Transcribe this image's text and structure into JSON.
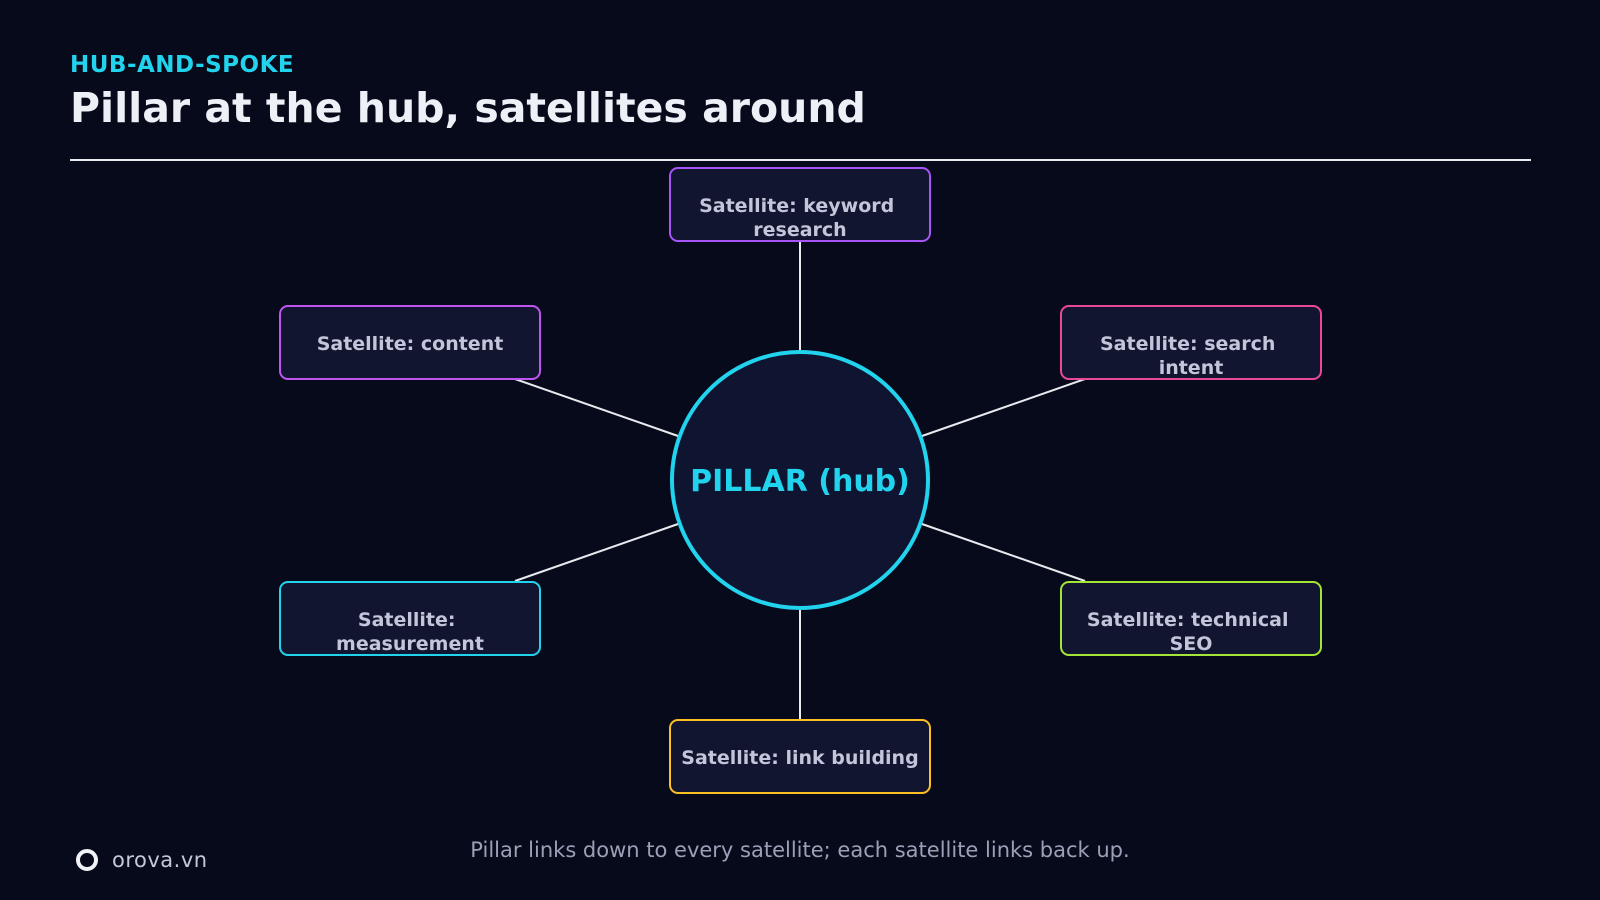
{
  "header": {
    "eyebrow": "HUB-AND-SPOKE",
    "title": "Pillar at the hub, satellites around"
  },
  "diagram": {
    "hub": {
      "label": "PILLAR (hub)",
      "color": "#22d3ee"
    },
    "satellites": [
      {
        "lines": [
          "Satellite: keyword",
          "research"
        ],
        "color": "#a855f7"
      },
      {
        "lines": [
          "Satellite: search",
          "intent"
        ],
        "color": "#ec4899"
      },
      {
        "lines": [
          "Satellite: technical",
          "SEO"
        ],
        "color": "#a3e635"
      },
      {
        "lines": [
          "Satellite: link building"
        ],
        "color": "#fbbf24"
      },
      {
        "lines": [
          "Satellite:",
          "measurement"
        ],
        "color": "#22d3ee"
      },
      {
        "lines": [
          "Satellite: content"
        ],
        "color": "#c054f0"
      }
    ]
  },
  "footer": {
    "caption": "Pillar links down to every satellite; each satellite links back up.",
    "brand": "orova.vn"
  }
}
